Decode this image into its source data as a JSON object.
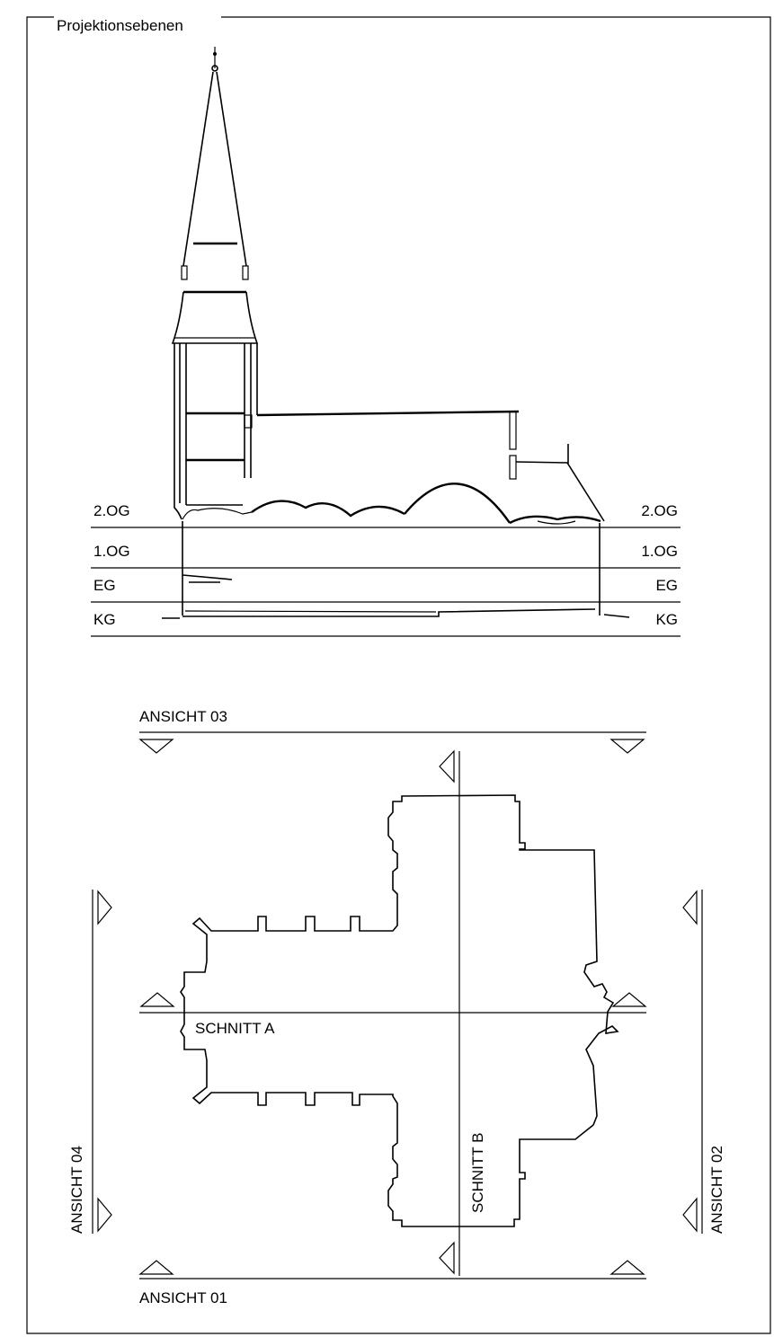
{
  "frame": {
    "title": "Projektionsebenen"
  },
  "levels": [
    {
      "left": "2.OG",
      "right": "2.OG"
    },
    {
      "left": "1.OG",
      "right": "1.OG"
    },
    {
      "left": "EG",
      "right": "EG"
    },
    {
      "left": "KG",
      "right": "KG"
    }
  ],
  "plan": {
    "views": {
      "north": "ANSICHT 03",
      "east": "ANSICHT 02",
      "south": "ANSICHT 01",
      "west": "ANSICHT 04"
    },
    "sections": {
      "a": "SCHNITT A",
      "b": "SCHNITT B"
    }
  }
}
